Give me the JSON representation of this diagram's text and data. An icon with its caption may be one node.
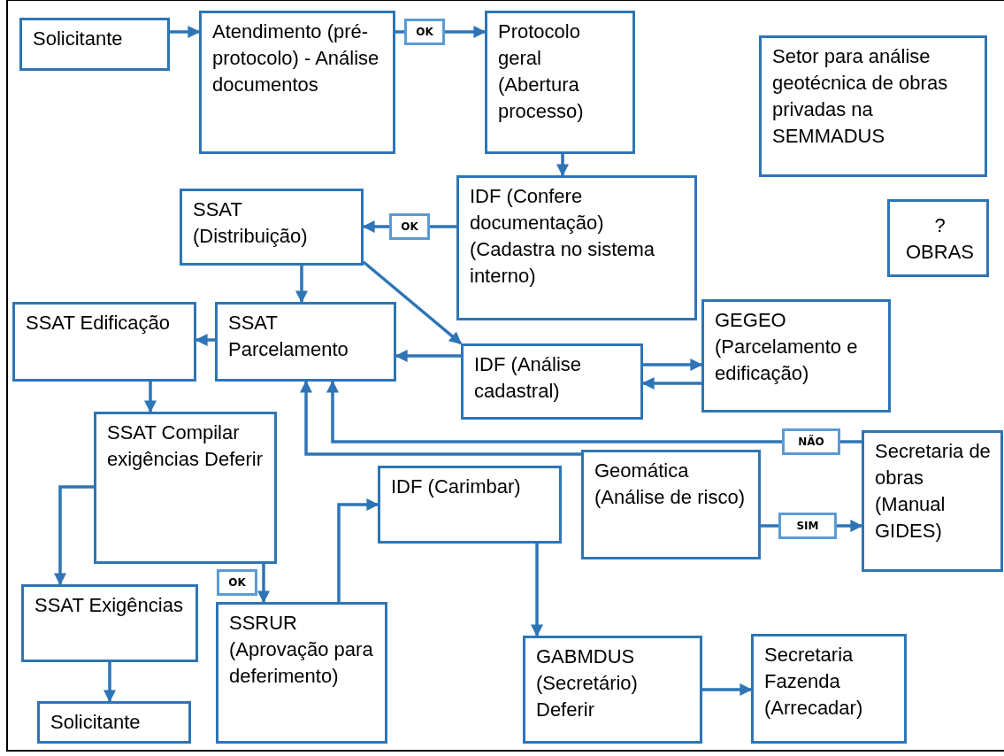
{
  "diagram": {
    "nodes": [
      {
        "text": [
          "Solicitante"
        ]
      },
      {
        "text": [
          "Atendimento (pré-protocolo) - Análise documentos"
        ]
      },
      {
        "text": [
          "Protocolo geral (Abertura processo)"
        ]
      },
      {
        "text": [
          "Setor para análise geotécnica de obras privadas na SEMMADUS"
        ]
      },
      {
        "text": [
          "IDF (Confere documentação) (Cadastra no sistema interno)"
        ]
      },
      {
        "text": [
          "SSAT (Distribuição)"
        ]
      },
      {
        "text": [
          "? OBRAS"
        ]
      },
      {
        "text": [
          "SSAT Edificação"
        ]
      },
      {
        "text": [
          "SSAT Parcelamento"
        ]
      },
      {
        "text": [
          "GEGEO (Parcelamento e edificação)"
        ]
      },
      {
        "text": [
          "IDF (Análise cadastral)"
        ]
      },
      {
        "text": [
          "SSAT Compilar exigências Deferir"
        ]
      },
      {
        "text": [
          "Geomática (Análise de risco)"
        ]
      },
      {
        "text": [
          "Secretaria de obras (Manual GIDES)"
        ]
      },
      {
        "text": [
          "IDF (Carimbar)"
        ]
      },
      {
        "text": [
          "SSAT Exigências"
        ]
      },
      {
        "text": [
          "SSRUR (Aprovação para deferimento)"
        ]
      },
      {
        "text": [
          "GABMDUS (Secretário) Deferir"
        ]
      },
      {
        "text": [
          "Secretaria Fazenda (Arrecadar)"
        ]
      },
      {
        "text": [
          "Solicitante"
        ]
      }
    ],
    "edges": [
      {
        "from": 0,
        "to": 1,
        "arrow": "to"
      },
      {
        "from": 1,
        "to": 2,
        "arrow": "to",
        "label": "OK"
      },
      {
        "from": 2,
        "to": 4,
        "arrow": "to"
      },
      {
        "from": 4,
        "to": 5,
        "arrow": "to",
        "label": "OK"
      },
      {
        "from": 5,
        "to": 8,
        "arrow": "to"
      },
      {
        "from": 5,
        "to": 10,
        "arrow": "to"
      },
      {
        "from": 8,
        "to": 7,
        "arrow": "to"
      },
      {
        "from": 10,
        "to": 8,
        "arrow": "to"
      },
      {
        "from": 10,
        "to": 9,
        "arrow": "to"
      },
      {
        "from": 9,
        "to": 10,
        "arrow": "to"
      },
      {
        "from": 7,
        "to": 11,
        "arrow": "to"
      },
      {
        "from": 11,
        "to": 15,
        "arrow": "to"
      },
      {
        "from": 11,
        "to": 16,
        "arrow": "to",
        "label": "OK"
      },
      {
        "from": 16,
        "to": 14,
        "arrow": "to"
      },
      {
        "from": 14,
        "to": 17,
        "arrow": "to"
      },
      {
        "from": 17,
        "to": 18,
        "arrow": "to"
      },
      {
        "from": 15,
        "to": 19,
        "arrow": "to"
      },
      {
        "from": 12,
        "to": 13,
        "arrow": "to",
        "label": "SIM"
      },
      {
        "from": 13,
        "to": 8,
        "arrow": "to",
        "label": "NÃO"
      },
      {
        "from": 12,
        "to": 8,
        "arrow": "to"
      }
    ]
  }
}
